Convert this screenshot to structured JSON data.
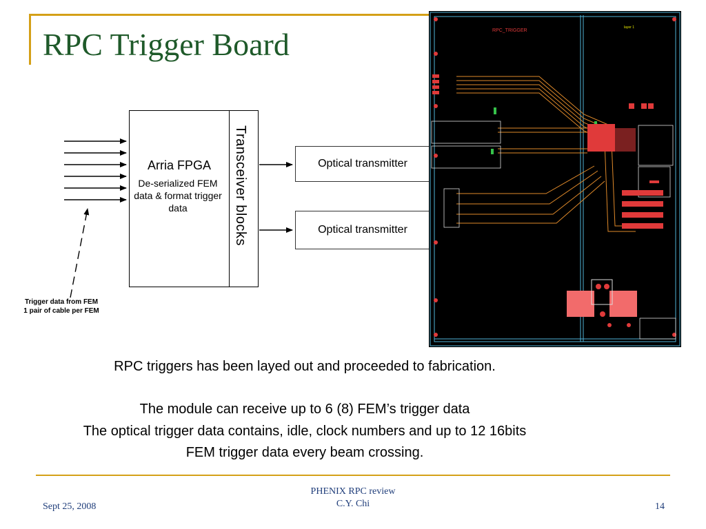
{
  "slide": {
    "title": "RPC Trigger Board",
    "diagram": {
      "fpga_name": "Arria FPGA",
      "fpga_description": "De-serialized FEM data & format trigger data",
      "transceiver_label": "Transceiver  blocks",
      "optical_transmitter_1": "Optical transmitter",
      "optical_transmitter_2": "Optical transmitter",
      "fem_label_line1": "Trigger data from FEM",
      "fem_label_line2": "1 pair of cable per FEM",
      "input_arrow_count": 6
    },
    "pcb": {
      "label": "RPC_TRIGGER",
      "corner_label": "layer 1",
      "colors": {
        "background": "#000000",
        "outline": "#4fb3d9",
        "pad": "#e03a3a",
        "trace": "#e08a2a",
        "copper": "#f26b6b",
        "silk": "#36c24a",
        "mark": "#e6e600"
      }
    },
    "body": {
      "line1": "RPC triggers has been layed out and proceeded to fabrication.",
      "line2": "The module can receive up to 6 (8) FEM’s trigger data",
      "line3": "The optical trigger data contains, idle, clock numbers and up to 12 16bits",
      "line4": "FEM trigger data every beam crossing."
    },
    "footer": {
      "date": "Sept 25, 2008",
      "center_line1": "PHENIX RPC review",
      "center_line2": "C.Y. Chi",
      "page_number": "14"
    },
    "colors": {
      "title": "#1f5a2a",
      "accent": "#d4a017",
      "footer_text": "#1f3d7a"
    }
  }
}
